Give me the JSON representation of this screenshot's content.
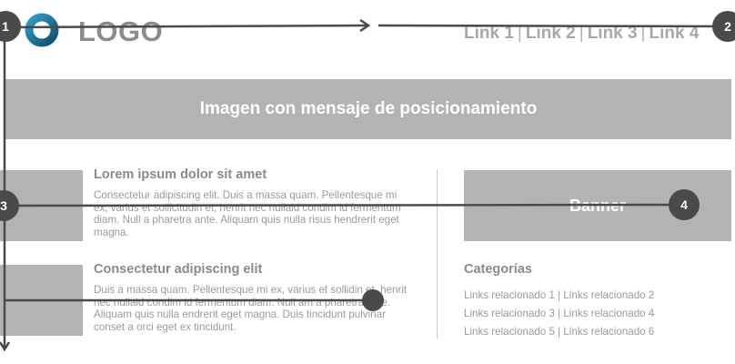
{
  "header": {
    "logo_text": "LOGO",
    "nav_links": [
      "Link 1",
      "Link 2",
      "Link 3",
      "Link 4"
    ],
    "nav_separator": "|"
  },
  "hero": {
    "message": "Imagen con mensaje de posicionamiento"
  },
  "articles": [
    {
      "title": "Lorem ipsum dolor sit amet",
      "body": "Consectetur adipiscing elit. Duis a massa quam. Pellentesque mi ex, varius et sollicitudin et, henrit nec nullaid condim id fermentum diam. Null a pharetra ante. Aliquam quis nulla risus hendrerit eget magna."
    },
    {
      "title": "Consectetur adipiscing elit",
      "body": "Duis a massa quam. Pellentesque mi ex, varius et sollidin et, henrit nec nullaid condim id fermentum diam. Null am a pharetra ante. Aliquam quis nulla endrerit eget magna. Duis tincidunt pulvinar conset a orci eget ex tincidunt."
    }
  ],
  "sidebar": {
    "banner_text": "Banner",
    "categories_title": "Categorías",
    "category_rows": [
      "Links relacionado 1 | Links relacionado 2",
      "Links relacionado 3 | Links relacionado 4",
      "Links relacionado 5 | Links relacionado 6"
    ]
  },
  "annotations": {
    "markers": [
      "1",
      "2",
      "3",
      "4"
    ],
    "line_color": "#4a4a4a",
    "marker_color": "#4a4a4a"
  },
  "colors": {
    "placeholder_gray": "#b3b3b3",
    "logo_blue_dark": "#0d4f6e",
    "logo_blue_light": "#2e9ec9"
  }
}
